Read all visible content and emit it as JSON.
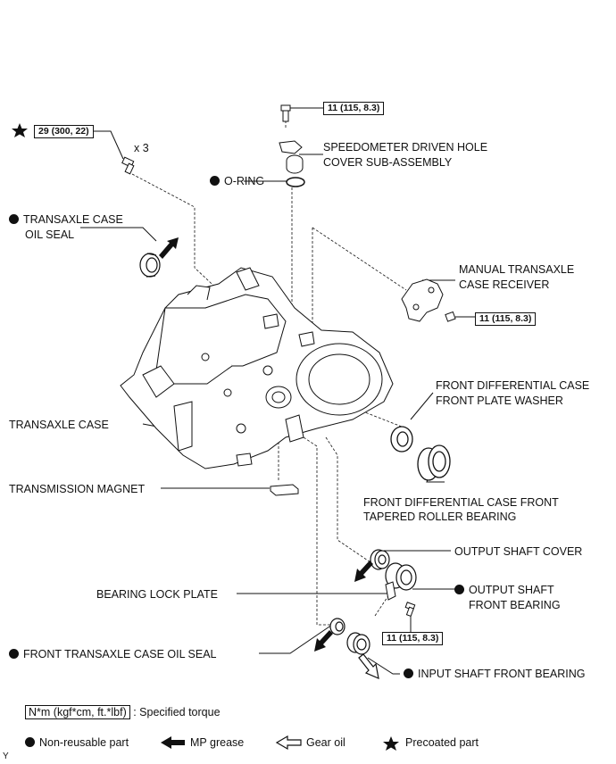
{
  "torques": {
    "t_top": "11 (115, 8.3)",
    "t_star": "29 (300, 22)",
    "t_receiver": "11 (115, 8.3)",
    "t_plate": "11 (115, 8.3)"
  },
  "labels": {
    "x3": "x 3",
    "speedometer": [
      "SPEEDOMETER DRIVEN HOLE",
      "COVER SUB-ASSEMBLY"
    ],
    "oring": "O-RING",
    "case_oil_seal": [
      "TRANSAXLE CASE",
      "OIL SEAL"
    ],
    "manual_receiver": [
      "MANUAL TRANSAXLE",
      "CASE RECEIVER"
    ],
    "washer": [
      "FRONT DIFFERENTIAL CASE",
      "FRONT PLATE WASHER"
    ],
    "transaxle_case": "TRANSAXLE CASE",
    "magnet": "TRANSMISSION MAGNET",
    "tapered_bearing": [
      "FRONT DIFFERENTIAL CASE FRONT",
      "TAPERED ROLLER BEARING"
    ],
    "output_cover": "OUTPUT SHAFT COVER",
    "lock_plate": "BEARING LOCK PLATE",
    "output_bearing": [
      "OUTPUT SHAFT",
      "FRONT BEARING"
    ],
    "front_seal": "FRONT TRANSAXLE CASE OIL SEAL",
    "input_bearing": "INPUT SHAFT FRONT BEARING"
  },
  "legend": {
    "torque_box": "N*m (kgf*cm, ft.*lbf)",
    "torque_text": ": Specified torque",
    "non_reusable": "Non-reusable part",
    "mp_grease": "MP grease",
    "gear_oil": "Gear oil",
    "precoated": "Precoated part"
  },
  "corner_mark": "Y",
  "icons": [
    "filled-dot-icon",
    "star-icon",
    "filled-arrow-icon",
    "hollow-arrow-icon"
  ]
}
